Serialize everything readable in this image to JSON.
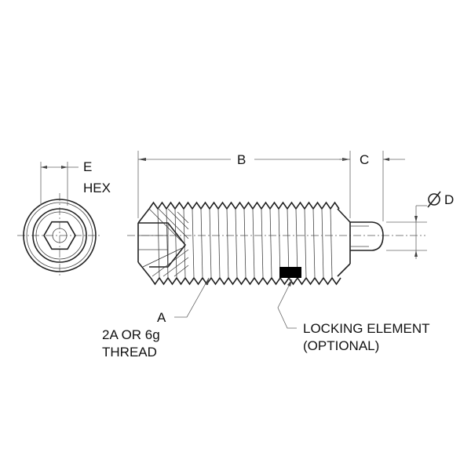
{
  "labels": {
    "e": "E",
    "hex": "HEX",
    "b": "B",
    "c": "C",
    "d": "D",
    "a": "A",
    "thread_line1": "2A OR 6g",
    "thread_line2": "THREAD",
    "locking_line1": "LOCKING ELEMENT",
    "locking_line2": "(OPTIONAL)"
  },
  "colors": {
    "line": "#222222",
    "locking_element": "#000000"
  }
}
